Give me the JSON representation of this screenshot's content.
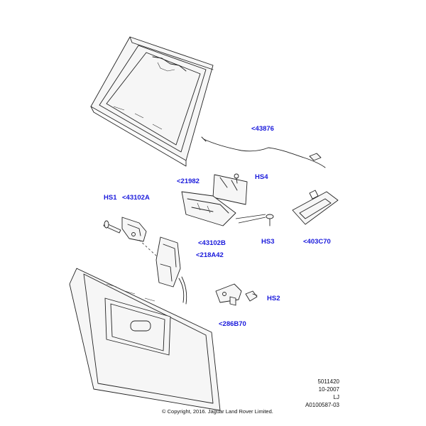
{
  "labels": {
    "p43876": "<43876",
    "p21982": "<21982",
    "hs4": "HS4",
    "hs1": "HS1",
    "p43102a": "<43102A",
    "p43102b": "<43102B",
    "hs3": "HS3",
    "p403c70": "<403C70",
    "p218a42": "<218A42",
    "hs2": "HS2",
    "p286b70": "<286B70"
  },
  "reference": {
    "line1": "5011420",
    "line2": "10-2007",
    "line3": "LJ",
    "line4": "A0100587-03"
  },
  "copyright": "© Copyright, 2016. Jaguar Land Rover Limited.",
  "colors": {
    "label": "#1a1adc",
    "line": "#222222"
  }
}
